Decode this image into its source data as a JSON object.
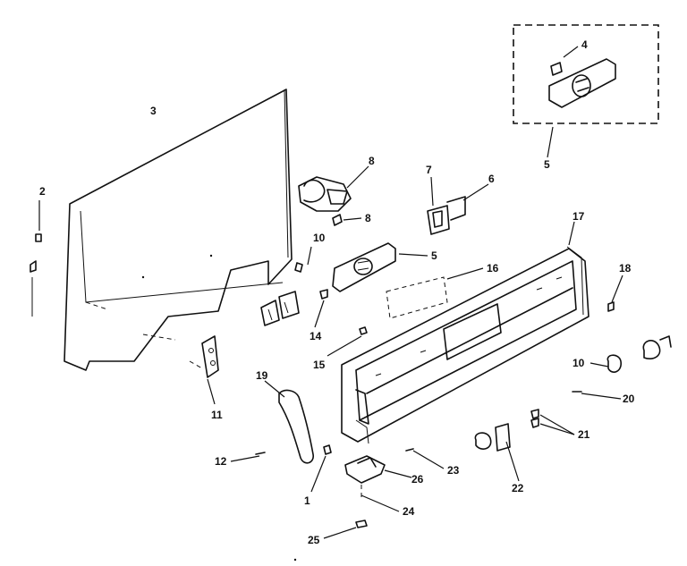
{
  "labels": {
    "l3": "3",
    "l2": "2",
    "l4": "4",
    "l5box": "5",
    "l8a": "8",
    "l8b": "8",
    "l7": "7",
    "l6": "6",
    "l10": "10",
    "l5": "5",
    "l16": "16",
    "l17": "17",
    "l18": "18",
    "l14": "14",
    "l15": "15",
    "l11": "11",
    "l19": "19",
    "l12": "12",
    "l1": "1",
    "l26": "26",
    "l23": "23",
    "l24": "24",
    "l25": "25",
    "l22": "22",
    "l21": "21",
    "l20": "20",
    "l10b": "10"
  }
}
